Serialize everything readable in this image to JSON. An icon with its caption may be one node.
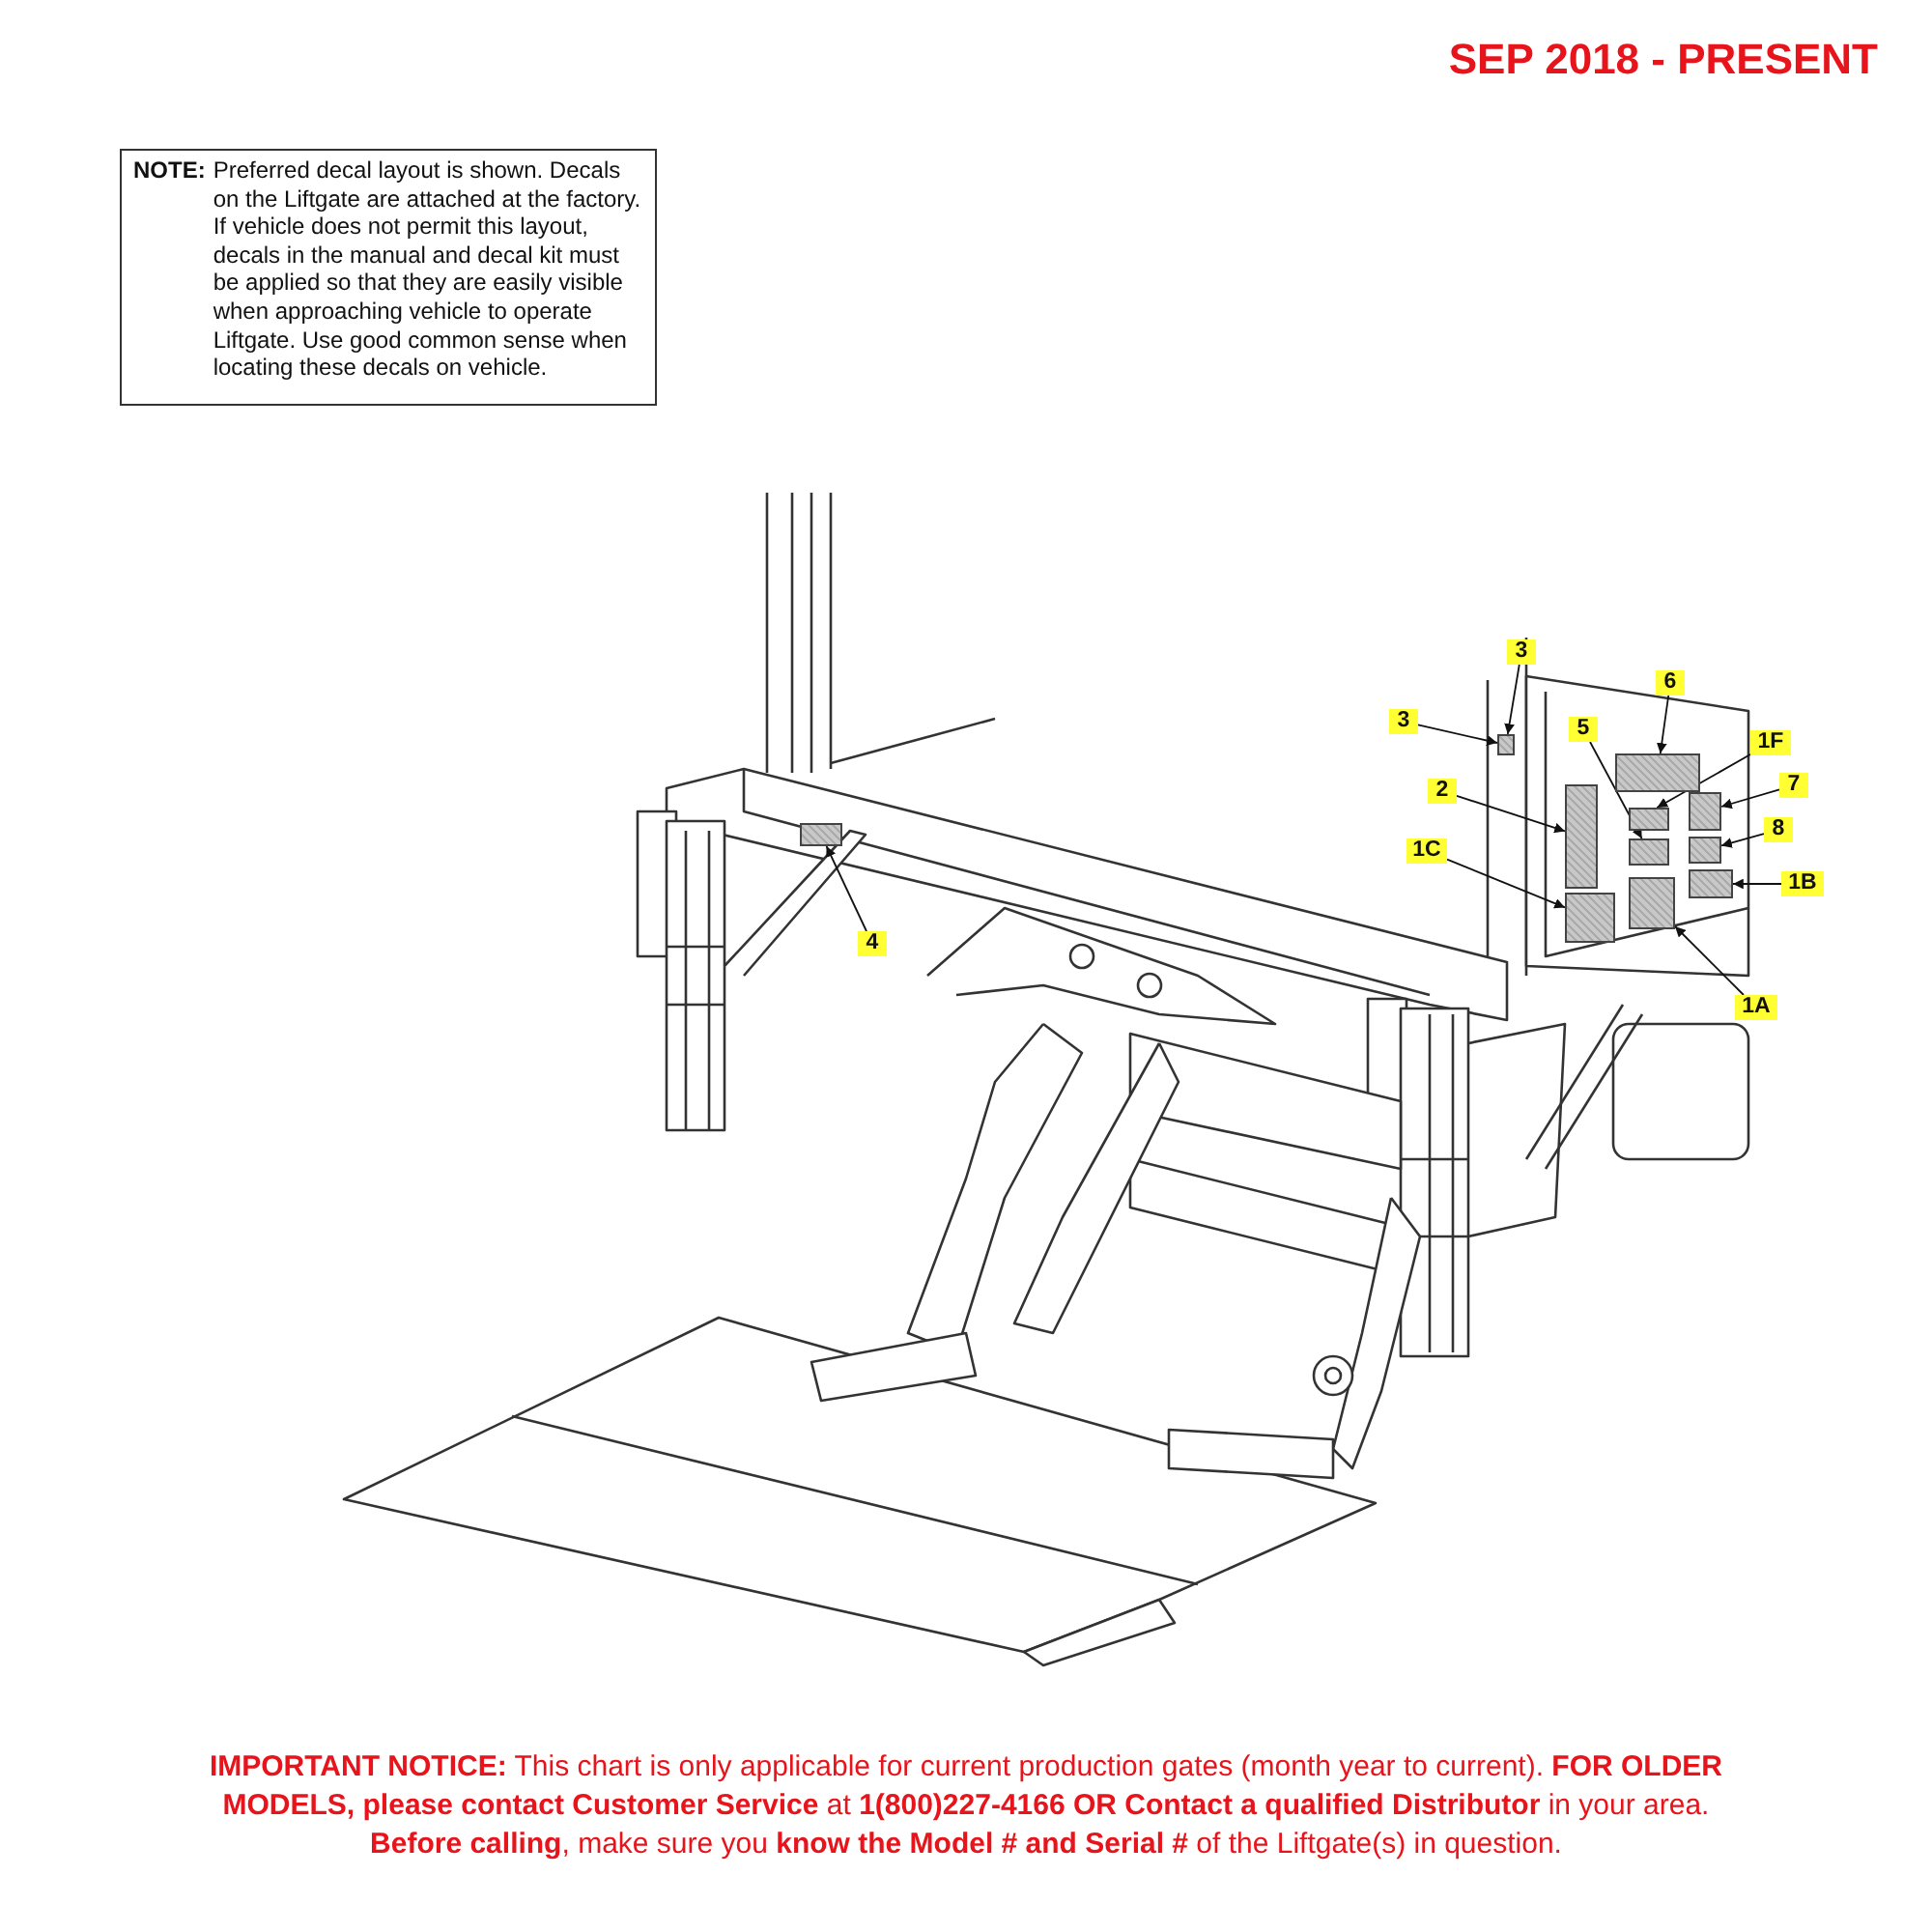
{
  "diagram": {
    "title": "SEP 2018 - PRESENT",
    "caption": "**IMPORTANT NOTICE:** This chart is only applicable for current production gates (month year to current). **FOR OLDER MODELS, please contact Customer Service** at **1(800)227-4166 OR Contact a qualified Distributor** in your area. **Before calling**, make sure you **know the Model # and Serial #** of the Liftgate(s) in question.",
    "nodes": [
      {
        "text": [
          "NOTE:",
          "Preferred decal layout is shown. Decals on the Liftgate are attached at the factory. If vehicle does not permit this layout, decals in the manual and decal kit must be applied so that they are easily visible when approaching vehicle to operate Liftgate. Use good common sense when locating these decals on vehicle."
        ]
      },
      {
        "text": [
          "3"
        ]
      },
      {
        "text": [
          "3"
        ]
      },
      {
        "text": [
          "6"
        ]
      },
      {
        "text": [
          "1F"
        ]
      },
      {
        "text": [
          "5"
        ]
      },
      {
        "text": [
          "7"
        ]
      },
      {
        "text": [
          "2"
        ]
      },
      {
        "text": [
          "8"
        ]
      },
      {
        "text": [
          "1C"
        ]
      },
      {
        "text": [
          "1B"
        ]
      },
      {
        "text": [
          "4"
        ]
      },
      {
        "text": [
          "1A"
        ]
      },
      {
        "text": [],
        "shape": "box"
      },
      {
        "text": [],
        "shape": "box"
      },
      {
        "text": [],
        "shape": "box"
      },
      {
        "text": [],
        "shape": "box"
      },
      {
        "text": [],
        "shape": "box"
      },
      {
        "text": [],
        "shape": "box"
      },
      {
        "text": [],
        "shape": "box"
      },
      {
        "text": [],
        "shape": "box"
      },
      {
        "text": [],
        "shape": "box"
      },
      {
        "text": [],
        "shape": "box"
      },
      {
        "text": [],
        "shape": "box"
      }
    ],
    "edges": [
      {
        "from": 1,
        "to": 13,
        "arrow": "to"
      },
      {
        "from": 2,
        "to": 13,
        "arrow": "to"
      },
      {
        "from": 3,
        "to": 14,
        "arrow": "to"
      },
      {
        "from": 4,
        "to": 15,
        "arrow": "to"
      },
      {
        "from": 5,
        "to": 18,
        "arrow": "to"
      },
      {
        "from": 6,
        "to": 16,
        "arrow": "to"
      },
      {
        "from": 7,
        "to": 17,
        "arrow": "to"
      },
      {
        "from": 8,
        "to": 19,
        "arrow": "to"
      },
      {
        "from": 9,
        "to": 21,
        "arrow": "to"
      },
      {
        "from": 10,
        "to": 20,
        "arrow": "to"
      },
      {
        "from": 11,
        "to": 23,
        "arrow": "to"
      },
      {
        "from": 12,
        "to": 22,
        "arrow": "to"
      }
    ]
  }
}
